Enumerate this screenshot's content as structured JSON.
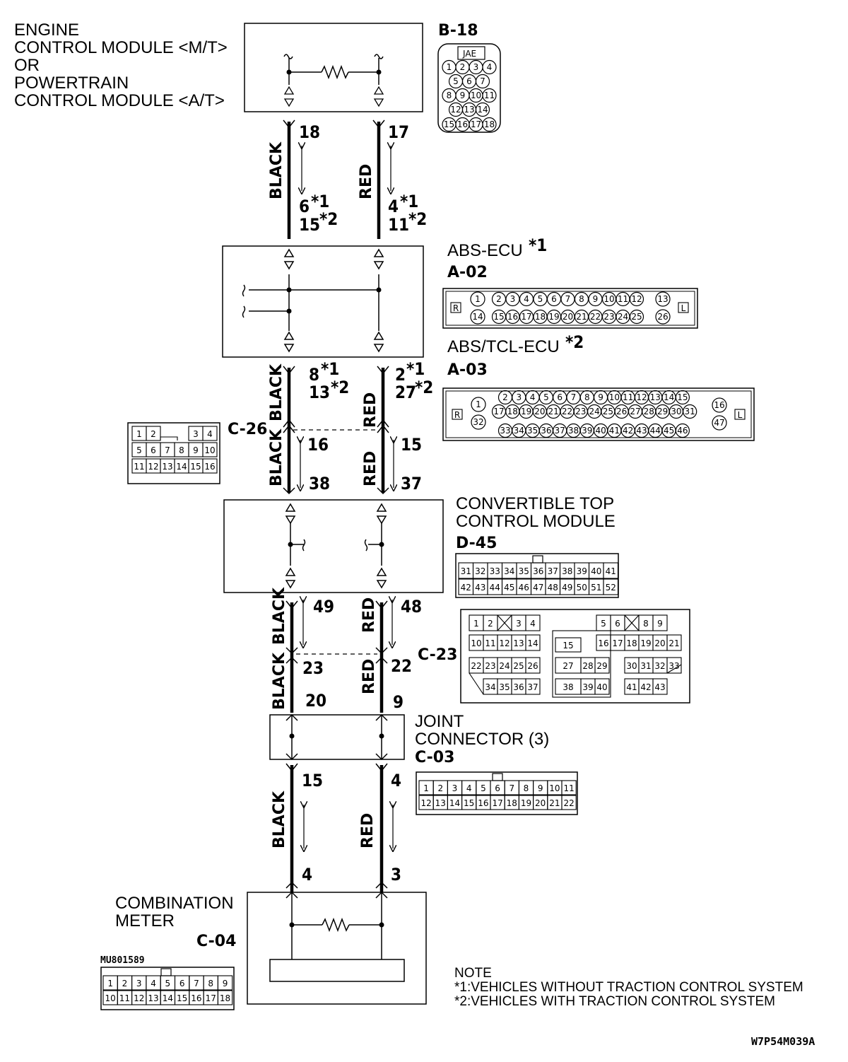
{
  "components": {
    "ecm": {
      "name_lines": [
        "ENGINE",
        "CONTROL MODULE <M/T>",
        "OR",
        "POWERTRAIN",
        "CONTROL MODULE <A/T>"
      ],
      "connector": "B-18",
      "maker": "JAE"
    },
    "abs": {
      "name": "ABS-ECU",
      "star": "*1",
      "connector": "A-02",
      "tcl_name": "ABS/TCL-ECU",
      "tcl_star": "*2",
      "tcl_connector": "A-03"
    },
    "c26": {
      "connector": "C-26"
    },
    "conv": {
      "name_lines": [
        "CONVERTIBLE TOP",
        "CONTROL MODULE"
      ],
      "connector": "D-45"
    },
    "c23": {
      "connector": "C-23"
    },
    "joint": {
      "name_lines": [
        "JOINT",
        "CONNECTOR (3)"
      ],
      "connector": "C-03"
    },
    "meter": {
      "name_lines": [
        "COMBINATION",
        "METER"
      ],
      "connector": "C-04",
      "part_no": "MU801589"
    }
  },
  "wires": {
    "left_color": "BLACK",
    "right_color": "RED"
  },
  "pins": {
    "ecm_left": "18",
    "ecm_right": "17",
    "abs_top_left_1": "6",
    "abs_top_left_2": "15",
    "abs_top_right_1": "4",
    "abs_top_right_2": "11",
    "abs_bot_left_1": "8",
    "abs_bot_left_2": "13",
    "abs_bot_right_1": "2",
    "abs_bot_right_2": "27",
    "c26_left_top": "16",
    "c26_right_top": "15",
    "c26_left_bot": "38",
    "c26_right_bot": "37",
    "conv_left": "49",
    "conv_right": "48",
    "c23_left": "23",
    "c23_right": "22",
    "joint_left_top": "20",
    "joint_right_top": "9",
    "joint_left_bot": "15",
    "joint_right_bot": "4",
    "meter_left": "4",
    "meter_right": "3"
  },
  "stars": {
    "s1": "*1",
    "s2": "*2"
  },
  "connectors": {
    "b18": {
      "rows": [
        [
          "1",
          "2",
          "3",
          "4"
        ],
        [
          "5",
          "6",
          "7"
        ],
        [
          "8",
          "9",
          "10",
          "11"
        ],
        [
          "12",
          "13",
          "14"
        ],
        [
          "15",
          "16",
          "17",
          "18"
        ]
      ]
    },
    "a02": {
      "side_l": "R",
      "side_r": "L",
      "row1": [
        "1",
        "2",
        "3",
        "4",
        "5",
        "6",
        "7",
        "8",
        "9",
        "10",
        "11",
        "12",
        "13"
      ],
      "row2": [
        "14",
        "15",
        "16",
        "17",
        "18",
        "19",
        "20",
        "21",
        "22",
        "23",
        "24",
        "25",
        "26"
      ]
    },
    "a03": {
      "side_l": "R",
      "side_r": "L",
      "row1": [
        "1",
        "2",
        "3",
        "4",
        "5",
        "6",
        "7",
        "8",
        "9",
        "10",
        "11",
        "12",
        "13",
        "14",
        "15",
        "16"
      ],
      "row2": [
        "32",
        "17",
        "18",
        "19",
        "20",
        "21",
        "22",
        "23",
        "24",
        "25",
        "26",
        "27",
        "28",
        "29",
        "30",
        "31",
        "47"
      ],
      "row3": [
        "33",
        "34",
        "35",
        "36",
        "37",
        "38",
        "39",
        "40",
        "41",
        "42",
        "43",
        "44",
        "45",
        "46"
      ]
    },
    "c26": {
      "rows": [
        [
          "1",
          "2",
          "",
          "3",
          "4"
        ],
        [
          "5",
          "6",
          "7",
          "8",
          "9",
          "10"
        ],
        [
          "11",
          "12",
          "13",
          "14",
          "15",
          "16"
        ]
      ]
    },
    "d45": {
      "rows": [
        [
          "31",
          "32",
          "33",
          "34",
          "35",
          "36",
          "37",
          "38",
          "39",
          "40",
          "41"
        ],
        [
          "42",
          "43",
          "44",
          "45",
          "46",
          "47",
          "48",
          "49",
          "50",
          "51",
          "52"
        ]
      ]
    },
    "c23": {
      "r1a": [
        "1",
        "2",
        "",
        "3",
        "4"
      ],
      "r1b": [
        "5",
        "6",
        "",
        "8",
        "9"
      ],
      "r2a": [
        "10",
        "11",
        "12",
        "13",
        "14"
      ],
      "r2mid": "15",
      "r2b": [
        "16",
        "17",
        "18",
        "19",
        "20",
        "21"
      ],
      "r3a": [
        "22",
        "23",
        "24",
        "25",
        "26"
      ],
      "r3mid": [
        "27",
        "28",
        "29"
      ],
      "r3b": [
        "30",
        "31",
        "32",
        "33"
      ],
      "r4a": [
        "34",
        "35",
        "36",
        "37"
      ],
      "r4mid": [
        "38",
        "39",
        "40"
      ],
      "r4b": [
        "41",
        "42",
        "43"
      ]
    },
    "c03": {
      "rows": [
        [
          "1",
          "2",
          "3",
          "4",
          "5",
          "6",
          "7",
          "8",
          "9",
          "10",
          "11"
        ],
        [
          "12",
          "13",
          "14",
          "15",
          "16",
          "17",
          "18",
          "19",
          "20",
          "21",
          "22"
        ]
      ]
    },
    "c04": {
      "rows": [
        [
          "1",
          "2",
          "3",
          "4",
          "5",
          "6",
          "7",
          "8",
          "9"
        ],
        [
          "10",
          "11",
          "12",
          "13",
          "14",
          "15",
          "16",
          "17",
          "18"
        ]
      ]
    }
  },
  "note": {
    "title": "NOTE",
    "line1": "*1:VEHICLES WITHOUT TRACTION CONTROL SYSTEM",
    "line2": "*2:VEHICLES WITH TRACTION CONTROL SYSTEM"
  },
  "figure_code": "W7P54M039A"
}
